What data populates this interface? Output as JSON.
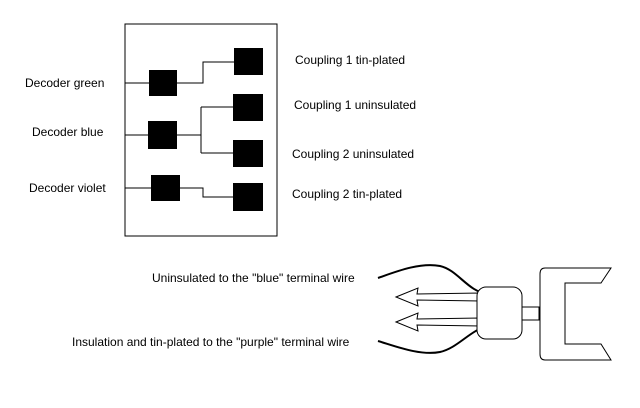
{
  "wiring": {
    "decoders": [
      {
        "label": "Decoder green"
      },
      {
        "label": "Decoder blue"
      },
      {
        "label": "Decoder violet"
      }
    ],
    "couplings": [
      {
        "label": "Coupling 1 tin-plated"
      },
      {
        "label": "Coupling 1 uninsulated"
      },
      {
        "label": "Coupling 2 uninsulated"
      },
      {
        "label": "Coupling 2 tin-plated"
      }
    ]
  },
  "connector": {
    "wire_top_label": "Uninsulated to the \"blue\" terminal wire",
    "wire_bottom_label": "Insulation and tin-plated to the \"purple\" terminal wire"
  },
  "colors": {
    "stroke": "#000000",
    "block_fill": "#000000",
    "background": "#ffffff"
  }
}
